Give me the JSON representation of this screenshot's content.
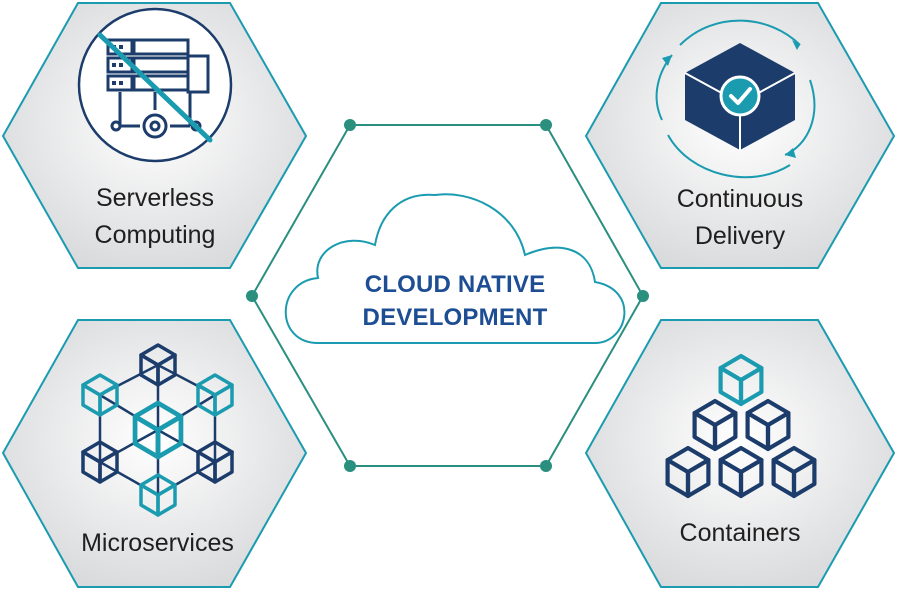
{
  "center": {
    "line1": "CLOUD NATIVE",
    "line2": "DEVELOPMENT",
    "color": "#1d4e93"
  },
  "nodes": {
    "serverless": {
      "line1": "Serverless",
      "line2": "Computing",
      "icon": "crossed-out-server-icon"
    },
    "delivery": {
      "line1": "Continuous",
      "line2": "Delivery",
      "icon": "checked-box-cycle-icon"
    },
    "microservices": {
      "label": "Microservices",
      "icon": "cube-network-icon"
    },
    "containers": {
      "label": "Containers",
      "icon": "stacked-cubes-icon"
    }
  },
  "colors": {
    "teal": "#1a9bb0",
    "navy": "#1c3c6b",
    "connector": "#2a8f7e",
    "hex_fill": "#e6e7e8"
  }
}
